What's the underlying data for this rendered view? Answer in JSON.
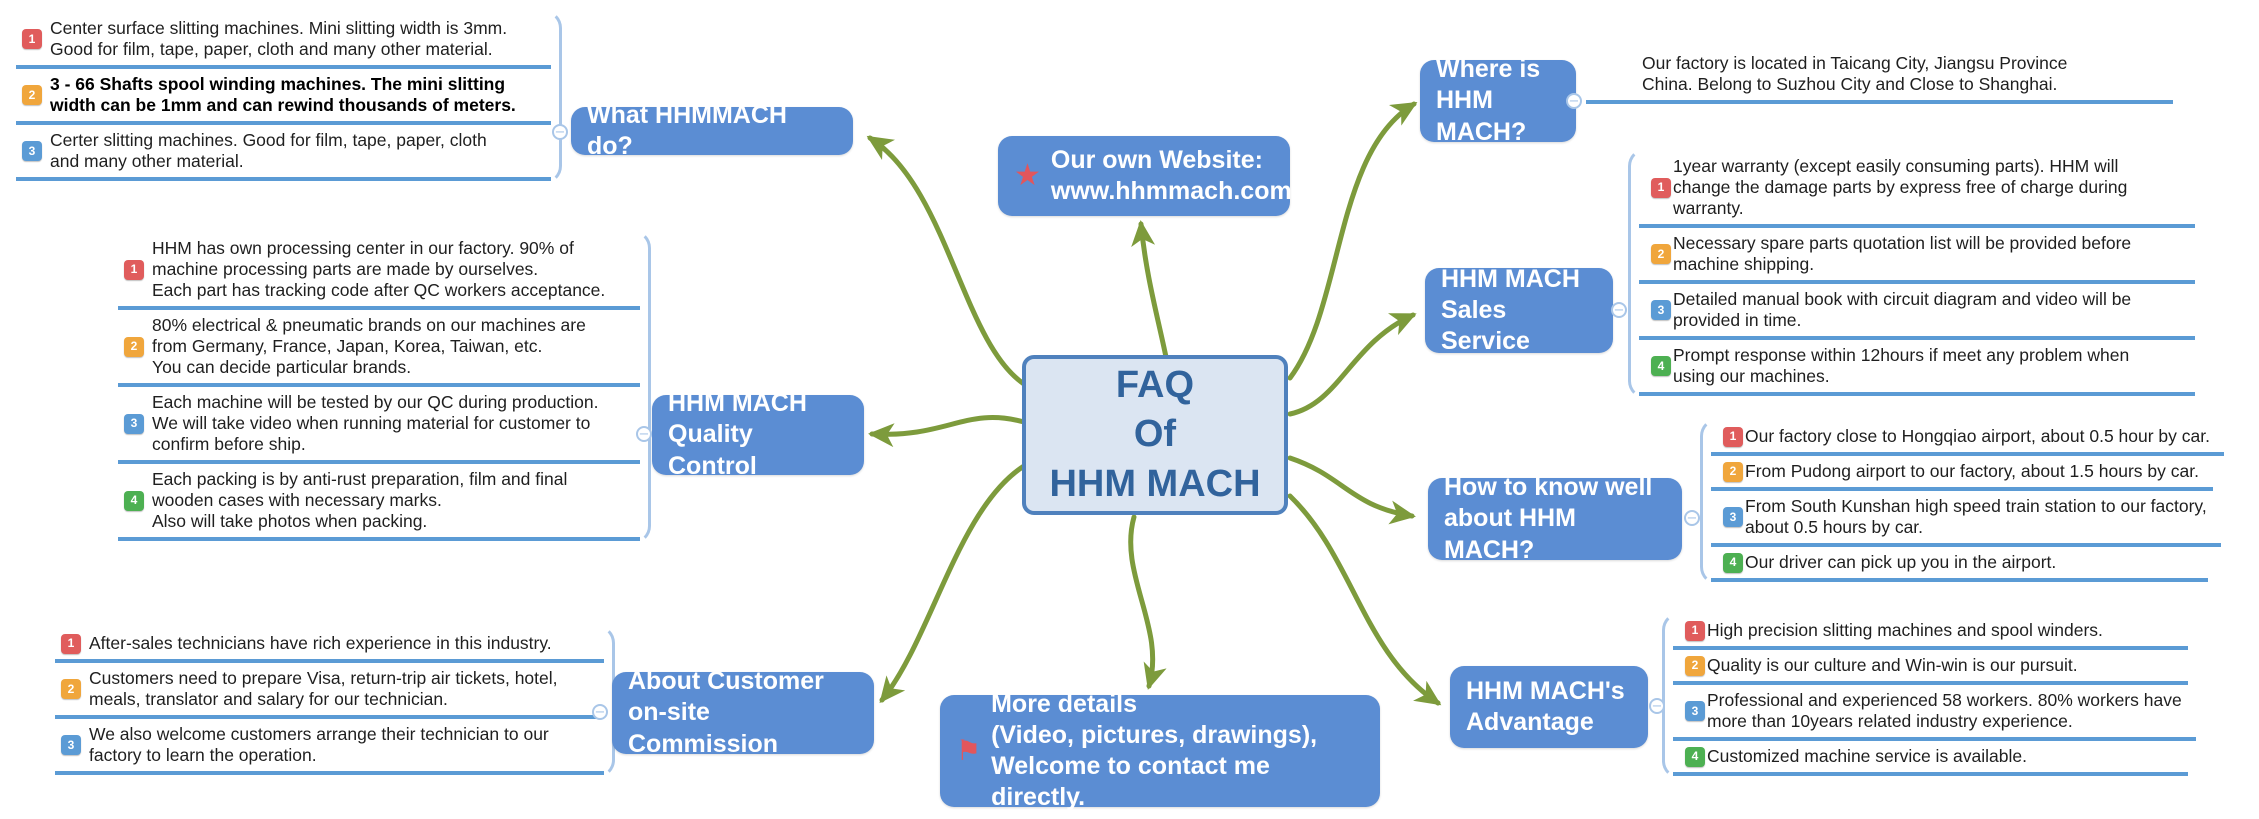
{
  "colors": {
    "topic_node_blue": "#5b8dd3",
    "center_fill": "#dbe5f2",
    "center_border": "#4f81bd",
    "center_text": "#31639c",
    "branch_olive": "#7d9b3c",
    "underline_blue": "#5b9bd5",
    "bracket_blue": "#a9c6e8",
    "badge_1_red": "#e05c5c",
    "badge_2_amber": "#f0a63c",
    "badge_3_blue": "#5b9bd5",
    "badge_4_green": "#4db052",
    "marker_red": "#e2565c"
  },
  "ui": {
    "collapse_glyph": "−",
    "star_glyph": "★",
    "flag_glyph": "⚑"
  },
  "center_topic": {
    "label": "FAQ\nOf\nHHM MACH"
  },
  "website_topic": {
    "icon": "star",
    "label": "Our own Website:\nwww.hhmmach.com"
  },
  "more_topic": {
    "icon": "flag",
    "label": "More details\n(Video, pictures, drawings),\nWelcome to contact me directly."
  },
  "branches": [
    {
      "key": "what",
      "label": "What HHMMACH do?",
      "items": [
        {
          "num": "1",
          "color": "#e05c5c",
          "text": "Center surface slitting machines. Mini slitting width is 3mm.\nGood for film, tape, paper, cloth and many other material."
        },
        {
          "num": "2",
          "color": "#f0a63c",
          "bold": true,
          "text": "3 - 66 Shafts spool winding machines. The mini slitting\nwidth can be 1mm and can rewind thousands of meters."
        },
        {
          "num": "3",
          "color": "#5b9bd5",
          "text": "Certer slitting machines. Good for film, tape, paper, cloth\nand many other material."
        }
      ]
    },
    {
      "key": "quality",
      "label": "HHM MACH\nQuality Control",
      "items": [
        {
          "num": "1",
          "color": "#e05c5c",
          "text": "HHM has own processing center in our factory. 90% of\nmachine processing parts are made by ourselves.\nEach part has tracking code after QC workers acceptance."
        },
        {
          "num": "2",
          "color": "#f0a63c",
          "text": "80% electrical & pneumatic brands on our machines are\nfrom Germany, France, Japan, Korea, Taiwan, etc.\nYou can decide particular brands."
        },
        {
          "num": "3",
          "color": "#5b9bd5",
          "text": "Each machine will be tested by our QC during production.\nWe will take video when running material for customer to\nconfirm before ship."
        },
        {
          "num": "4",
          "color": "#4db052",
          "text": "Each packing is by anti-rust preparation, film and final\nwooden cases with necessary marks.\nAlso will take photos when packing."
        }
      ]
    },
    {
      "key": "commission",
      "label": "About Customer\non-site Commission",
      "items": [
        {
          "num": "1",
          "color": "#e05c5c",
          "text": "After-sales technicians have rich experience in this industry."
        },
        {
          "num": "2",
          "color": "#f0a63c",
          "text": "Customers need to prepare Visa, return-trip air tickets, hotel,\nmeals, translator and salary for our technician."
        },
        {
          "num": "3",
          "color": "#5b9bd5",
          "text": "We also welcome customers arrange their technician to our\nfactory to learn the operation."
        }
      ]
    },
    {
      "key": "where",
      "label": "Where is\nHHM MACH?",
      "items": [
        {
          "num": null,
          "text": "Our factory is located in Taicang City, Jiangsu Province\nChina. Belong to Suzhou City and Close to Shanghai."
        }
      ]
    },
    {
      "key": "sales",
      "label": "HHM MACH\nSales Service",
      "items": [
        {
          "num": "1",
          "color": "#e05c5c",
          "text": "1year warranty (except easily consuming parts). HHM will\nchange the damage parts by express free of charge during\nwarranty."
        },
        {
          "num": "2",
          "color": "#f0a63c",
          "text": "Necessary spare parts quotation list will be provided before\nmachine shipping."
        },
        {
          "num": "3",
          "color": "#5b9bd5",
          "text": "Detailed manual book with circuit diagram and video will be\nprovided in time."
        },
        {
          "num": "4",
          "color": "#4db052",
          "text": "Prompt response within 12hours if meet any problem when\nusing our machines."
        }
      ]
    },
    {
      "key": "know",
      "label": "How to know well\nabout HHM MACH?",
      "items": [
        {
          "num": "1",
          "color": "#e05c5c",
          "text": "Our factory close to Hongqiao airport, about 0.5 hour by car."
        },
        {
          "num": "2",
          "color": "#f0a63c",
          "text": "From Pudong airport to our factory, about 1.5 hours by car."
        },
        {
          "num": "3",
          "color": "#5b9bd5",
          "text": "From South Kunshan high speed train station to our factory,\nabout 0.5 hours by car."
        },
        {
          "num": "4",
          "color": "#4db052",
          "text": "Our driver can pick up you in the airport."
        }
      ]
    },
    {
      "key": "advantage",
      "label": "HHM MACH's\nAdvantage",
      "items": [
        {
          "num": "1",
          "color": "#e05c5c",
          "text": "High precision slitting machines and spool winders."
        },
        {
          "num": "2",
          "color": "#f0a63c",
          "text": "Quality is our culture and Win-win is our pursuit."
        },
        {
          "num": "3",
          "color": "#5b9bd5",
          "text": "Professional and experienced 58 workers. 80% workers have\nmore than 10years related industry experience."
        },
        {
          "num": "4",
          "color": "#4db052",
          "text": "Customized machine service is available."
        }
      ]
    }
  ]
}
